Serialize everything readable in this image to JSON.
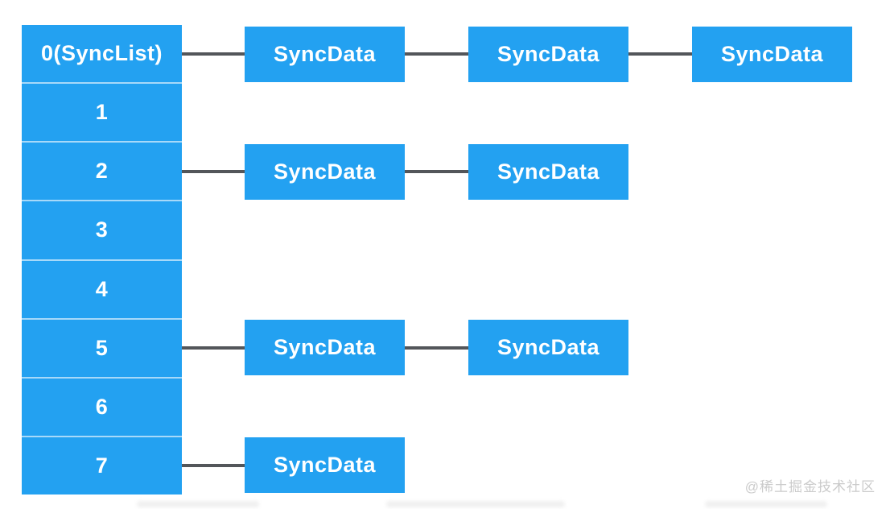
{
  "diagram": {
    "buckets": [
      {
        "label": "0(SyncList)",
        "nodes": [
          "SyncData",
          "SyncData",
          "SyncData"
        ]
      },
      {
        "label": "1",
        "nodes": []
      },
      {
        "label": "2",
        "nodes": [
          "SyncData",
          "SyncData"
        ]
      },
      {
        "label": "3",
        "nodes": []
      },
      {
        "label": "4",
        "nodes": []
      },
      {
        "label": "5",
        "nodes": [
          "SyncData",
          "SyncData"
        ]
      },
      {
        "label": "6",
        "nodes": []
      },
      {
        "label": "7",
        "nodes": [
          "SyncData"
        ]
      }
    ]
  },
  "watermark": {
    "text": "@稀土掘金技术社区"
  },
  "colors": {
    "background": "#ffffff",
    "node_fill": "#23a1f1",
    "cell_divider": "rgba(255,255,255,0.6)",
    "connector": "#53565a",
    "text": "#ffffff",
    "watermark": "#cbcbcb",
    "artifact": "#e4e4e4"
  }
}
